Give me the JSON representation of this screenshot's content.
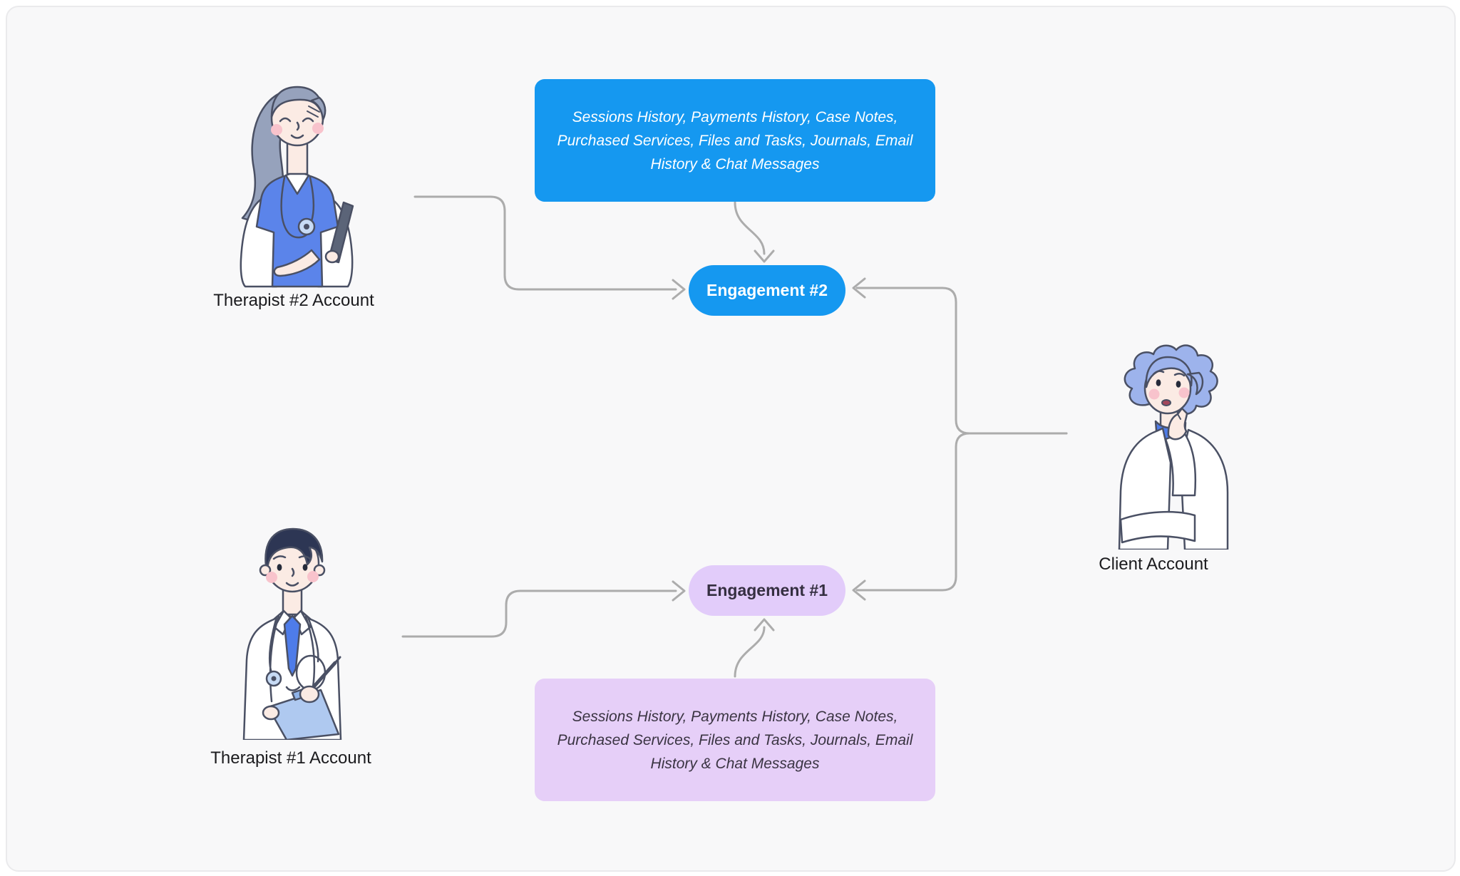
{
  "diagram": {
    "therapists": [
      {
        "key": "therapist2",
        "label": "Therapist #2 Account"
      },
      {
        "key": "therapist1",
        "label": "Therapist #1 Account"
      }
    ],
    "client": {
      "label": "Client Account"
    },
    "engagements": [
      {
        "key": "engagement2",
        "label": "Engagement #2",
        "color": "#1598F0",
        "text_color": "#FFFFFF"
      },
      {
        "key": "engagement1",
        "label": "Engagement #1",
        "color": "#E2CCFA",
        "text_color": "#352F41"
      }
    ],
    "info_boxes": [
      {
        "key": "engagement2-info",
        "color": "#1598F0",
        "text_color": "#FFFFFF",
        "text": "Sessions History, Payments History, Case Notes, Purchased Services, Files and Tasks, Journals, Email History & Chat Messages",
        "lines": [
          "Sessions History, Payments History, Case Notes,",
          "Purchased Services, Files and Tasks, Journals, Email",
          "History & Chat Messages"
        ]
      },
      {
        "key": "engagement1-info",
        "color": "#E6CFF8",
        "text_color": "#3A3442",
        "text": "Sessions History, Payments History, Case Notes, Purchased Services, Files and Tasks, Journals, Email History & Chat Messages",
        "lines": [
          "Sessions History, Payments History, Case Notes,",
          "Purchased Services, Files and Tasks, Journals, Email",
          "History & Chat Messages"
        ]
      }
    ]
  },
  "colors": {
    "background": "#FFFFFF",
    "card": "#F8F8F9",
    "card_border": "#EAEAEC",
    "connector": "#ACACAC",
    "blue": "#1598F0",
    "lavender_box": "#E6CFF8",
    "lavender_pill": "#E2CCFA"
  }
}
